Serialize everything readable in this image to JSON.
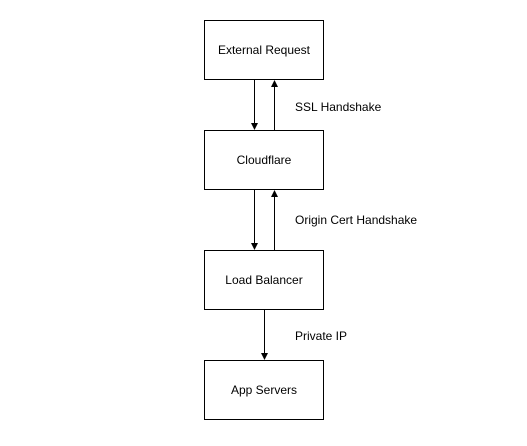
{
  "diagram": {
    "nodes": {
      "external_request": "External Request",
      "cloudflare": "Cloudflare",
      "load_balancer": "Load Balancer",
      "app_servers": "App Servers"
    },
    "edges": {
      "ssl_handshake": "SSL Handshake",
      "origin_cert_handshake": "Origin Cert Handshake",
      "private_ip": "Private IP"
    },
    "colors": {
      "stroke": "#000000",
      "fill": "#ffffff",
      "text": "#000000"
    }
  }
}
